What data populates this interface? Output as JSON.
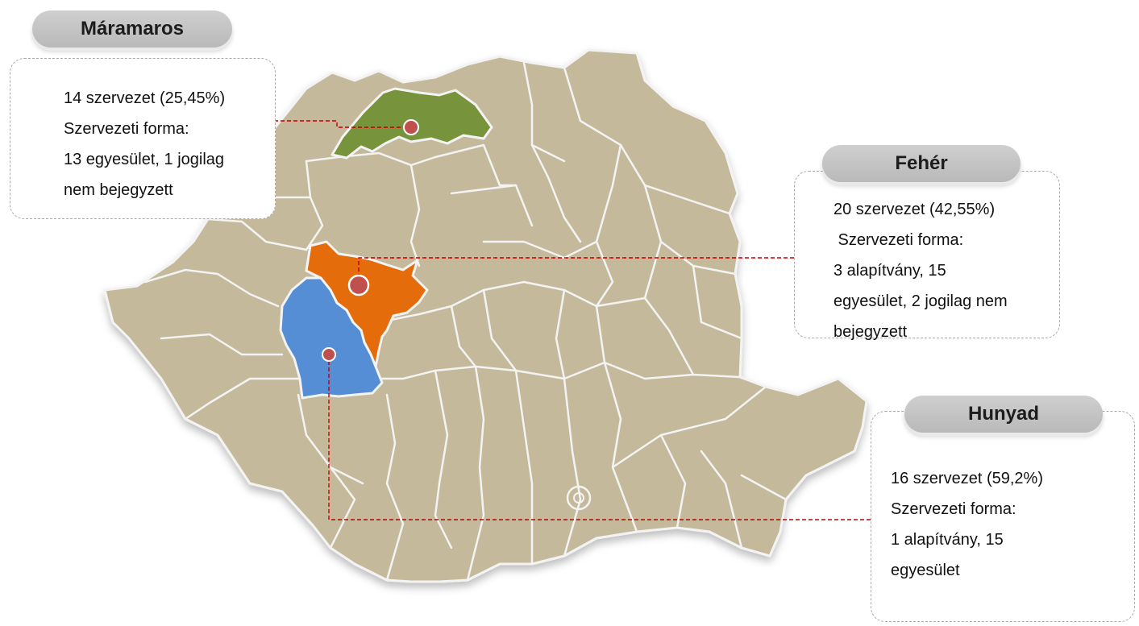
{
  "regions": {
    "maramures": {
      "name": "Máramaros",
      "color": "#77933c",
      "lines": [
        "14 szervezet (25,45%)",
        "Szervezeti forma:",
        "13 egyesület, 1 jogilag",
        "nem bejegyzett"
      ]
    },
    "alba": {
      "name": "Fehér",
      "color": "#e46c0a",
      "lines": [
        "20 szervezet (42,55%)",
        " Szervezeti forma:",
        "3 alapítvány, 15",
        "egyesület, 2 jogilag nem",
        "bejegyzett"
      ]
    },
    "hunedoara": {
      "name": "Hunyad",
      "color": "#558ed5",
      "lines": [
        "16 szervezet (59,2%)",
        "Szervezeti forma:",
        "1 alapítvány, 15",
        "egyesület"
      ]
    }
  },
  "map": {
    "land_color": "#c4b99a",
    "border_color": "#f3f3f3",
    "leader_color": "#c00000",
    "marker_color": "#c0504d"
  }
}
